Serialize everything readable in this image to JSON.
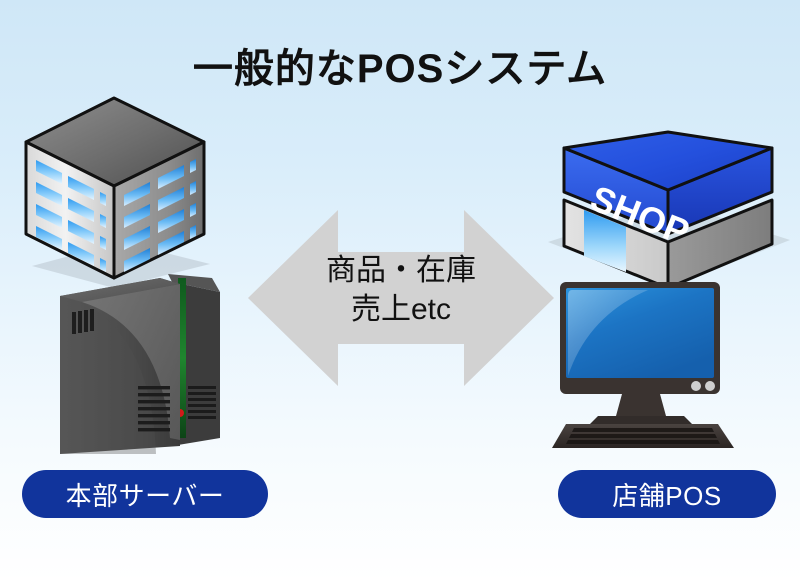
{
  "page": {
    "title": "一般的なPOSシステム",
    "background_top_color": "#cfe7f7",
    "background_bottom_color": "#ffffff"
  },
  "flow_arrow": {
    "direction": "bidirectional",
    "color": "#d2d2d2",
    "line1": "商品・在庫",
    "line2": "売上etc"
  },
  "nodes": [
    {
      "id": "headquarters",
      "label": "本部サーバー",
      "label_color": "#ffffff",
      "pill_color": "#11349c",
      "icons": [
        "office-building-icon",
        "server-tower-icon"
      ]
    },
    {
      "id": "store",
      "label": "店舗POS",
      "label_color": "#ffffff",
      "pill_color": "#11349c",
      "icons": [
        "shop-building-icon",
        "pos-terminal-icon"
      ],
      "shop_sign_text": "SHOP"
    }
  ]
}
